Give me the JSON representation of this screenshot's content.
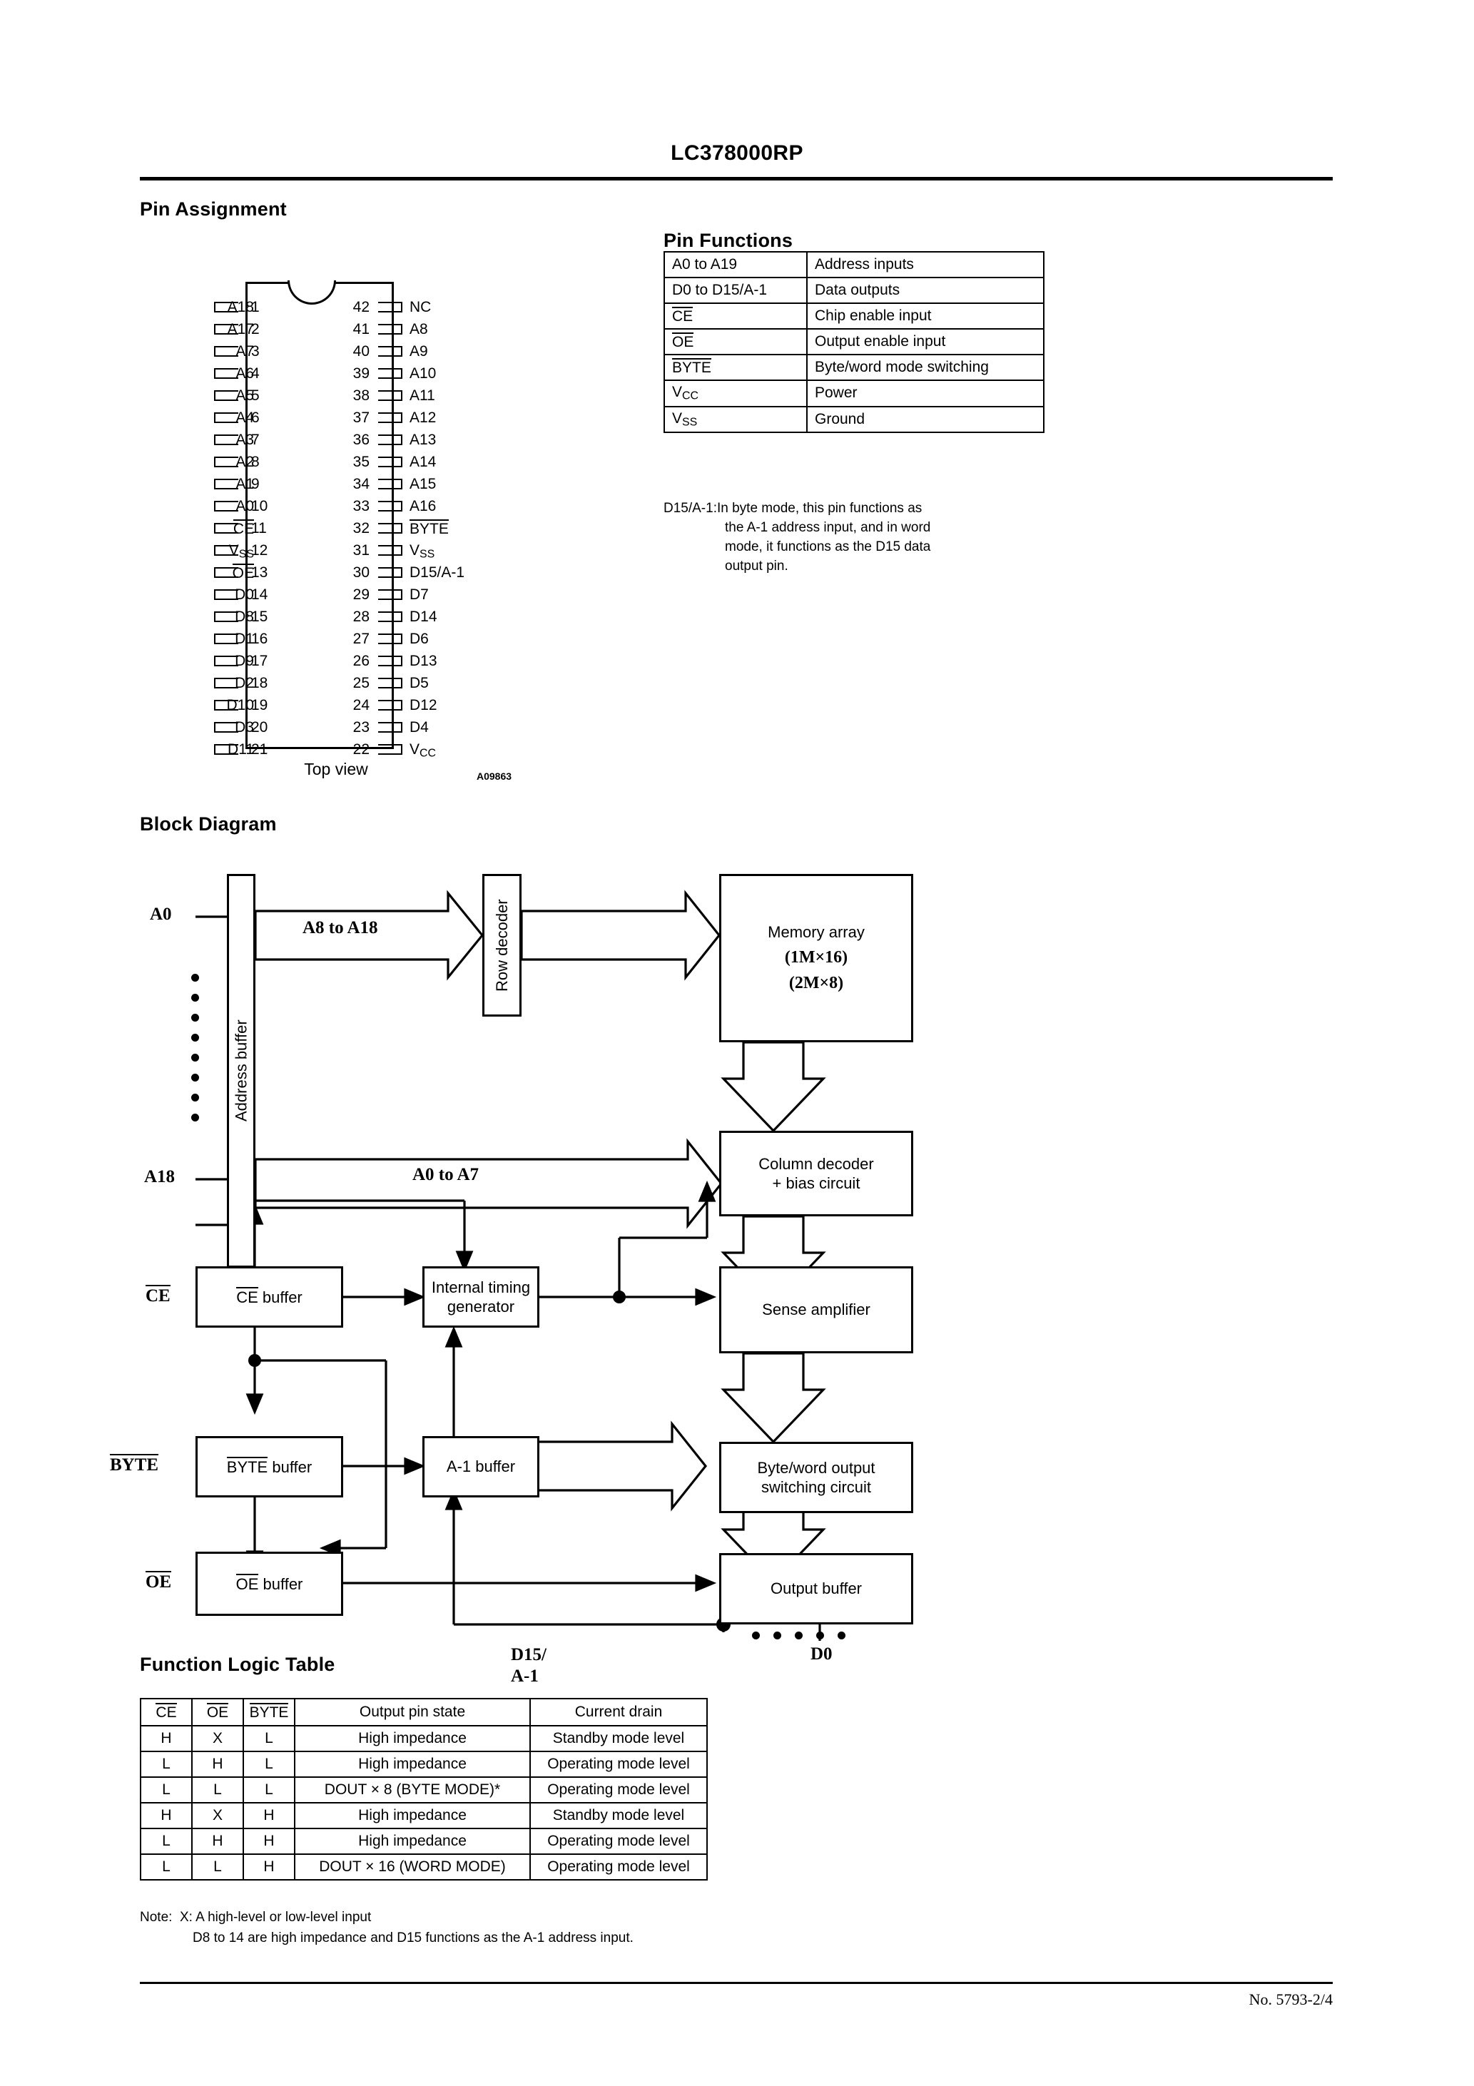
{
  "header": {
    "part_number": "LC378000RP"
  },
  "footer": {
    "doc_number": "No. 5793-2/4"
  },
  "sections": {
    "pin_assignment": "Pin Assignment",
    "pin_functions": "Pin Functions",
    "block_diagram": "Block Diagram",
    "function_logic_table": "Function Logic Table"
  },
  "pin_assignment": {
    "view_label": "Top view",
    "drawing_code": "A09863",
    "left_pins": [
      {
        "num": "1",
        "name": "A18"
      },
      {
        "num": "2",
        "name": "A17"
      },
      {
        "num": "3",
        "name": "A7"
      },
      {
        "num": "4",
        "name": "A6"
      },
      {
        "num": "5",
        "name": "A5"
      },
      {
        "num": "6",
        "name": "A4"
      },
      {
        "num": "7",
        "name": "A3"
      },
      {
        "num": "8",
        "name": "A2"
      },
      {
        "num": "9",
        "name": "A1"
      },
      {
        "num": "10",
        "name": "A0"
      },
      {
        "num": "11",
        "name": "CE",
        "overline": true
      },
      {
        "num": "12",
        "name": "VSS",
        "subscript": "SS",
        "base": "V"
      },
      {
        "num": "13",
        "name": "OE",
        "overline": true
      },
      {
        "num": "14",
        "name": "D0"
      },
      {
        "num": "15",
        "name": "D8"
      },
      {
        "num": "16",
        "name": "D1"
      },
      {
        "num": "17",
        "name": "D9"
      },
      {
        "num": "18",
        "name": "D2"
      },
      {
        "num": "19",
        "name": "D10"
      },
      {
        "num": "20",
        "name": "D3"
      },
      {
        "num": "21",
        "name": "D11"
      }
    ],
    "right_pins": [
      {
        "num": "42",
        "name": "NC"
      },
      {
        "num": "41",
        "name": "A8"
      },
      {
        "num": "40",
        "name": "A9"
      },
      {
        "num": "39",
        "name": "A10"
      },
      {
        "num": "38",
        "name": "A11"
      },
      {
        "num": "37",
        "name": "A12"
      },
      {
        "num": "36",
        "name": "A13"
      },
      {
        "num": "35",
        "name": "A14"
      },
      {
        "num": "34",
        "name": "A15"
      },
      {
        "num": "33",
        "name": "A16"
      },
      {
        "num": "32",
        "name": "BYTE",
        "overline": true
      },
      {
        "num": "31",
        "name": "VSS",
        "subscript": "SS",
        "base": "V"
      },
      {
        "num": "30",
        "name": "D15/A-1"
      },
      {
        "num": "29",
        "name": "D7"
      },
      {
        "num": "28",
        "name": "D14"
      },
      {
        "num": "27",
        "name": "D6"
      },
      {
        "num": "26",
        "name": "D13"
      },
      {
        "num": "25",
        "name": "D5"
      },
      {
        "num": "24",
        "name": "D12"
      },
      {
        "num": "23",
        "name": "D4"
      },
      {
        "num": "22",
        "name": "VCC",
        "subscript": "CC",
        "base": "V"
      }
    ]
  },
  "pin_functions": {
    "rows": [
      {
        "pin": "A0 to A19",
        "function": "Address inputs"
      },
      {
        "pin": "D0 to D15/A-1",
        "function": "Data outputs"
      },
      {
        "pin": "CE",
        "overline": true,
        "function": "Chip enable input"
      },
      {
        "pin": "OE",
        "overline": true,
        "function": "Output enable input"
      },
      {
        "pin": "BYTE",
        "overline": true,
        "function": "Byte/word mode switching"
      },
      {
        "pin": "VCC",
        "base": "V",
        "subscript": "CC",
        "function": "Power"
      },
      {
        "pin": "VSS",
        "base": "V",
        "subscript": "SS",
        "function": "Ground"
      }
    ],
    "note_label": "D15/A-1:",
    "note_line1": "In byte mode, this pin functions as",
    "note_line2": "the A-1 address input, and in word",
    "note_line3": "mode, it functions as the D15 data",
    "note_line4": "output pin."
  },
  "block_diagram": {
    "blocks": {
      "address_buffer": "Address buffer",
      "row_decoder": "Row decoder",
      "memory_array_l1": "Memory array",
      "memory_array_l2": "(1M×16)",
      "memory_array_l3": "(2M×8)",
      "column_decoder_l1": "Column decoder",
      "column_decoder_l2": "+ bias circuit",
      "sense_amplifier": "Sense amplifier",
      "byteword_l1": "Byte/word output",
      "byteword_l2": "switching circuit",
      "output_buffer": "Output buffer",
      "ce_buffer": "CE buffer",
      "byte_buffer": "BYTE buffer",
      "oe_buffer": "OE buffer",
      "a1_buffer": "A-1 buffer",
      "timing_l1": "Internal timing",
      "timing_l2": "generator"
    },
    "signals": {
      "a0": "A0",
      "a18": "A18",
      "ce": "CE",
      "byte": "BYTE",
      "oe": "OE",
      "bus_a8_a18": "A8 to A18",
      "bus_a0_a7": "A0 to A7",
      "d15_line1": "D15/",
      "d15_line2": "A-1",
      "d0": "D0"
    }
  },
  "function_logic_table": {
    "headers": [
      "CE",
      "OE",
      "BYTE",
      "Output pin state",
      "Current drain"
    ],
    "rows": [
      [
        "H",
        "X",
        "L",
        "High impedance",
        "Standby mode level"
      ],
      [
        "L",
        "H",
        "L",
        "High impedance",
        "Operating mode level"
      ],
      [
        "L",
        "L",
        "L",
        "DOUT × 8 (BYTE MODE)*",
        "Operating mode level"
      ],
      [
        "H",
        "X",
        "H",
        "High impedance",
        "Standby mode level"
      ],
      [
        "L",
        "H",
        "H",
        "High impedance",
        "Operating mode level"
      ],
      [
        "L",
        "L",
        "H",
        "DOUT × 16 (WORD MODE)",
        "Operating mode level"
      ]
    ],
    "note_label": "Note:",
    "note_line1": "X: A high-level or low-level input",
    "note_line2": "D8 to 14 are high impedance and D15 functions as the A-1 address input."
  }
}
